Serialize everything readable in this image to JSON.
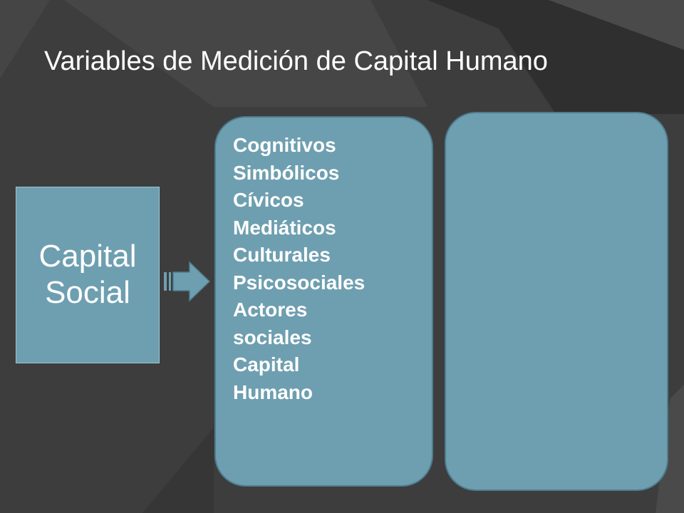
{
  "slide": {
    "title": "Variables de Medición de Capital Humano",
    "source_box": {
      "lines": [
        "Capital",
        "Social"
      ]
    },
    "variables_box": {
      "items": [
        "Cognitivos",
        "Simbólicos",
        "Cívicos",
        "Mediáticos",
        "Culturales",
        "Psicosociales",
        "Actores",
        "sociales",
        "Capital",
        "Humano"
      ]
    },
    "empty_box": {}
  },
  "colors": {
    "background": "#3d3d3d",
    "box_fill": "#6e9fb0",
    "box_border": "#4e7d8f",
    "arrow_fill": "#6e9fb0",
    "text": "#ffffff"
  },
  "icons": {
    "connector": "right-arrow-icon"
  }
}
